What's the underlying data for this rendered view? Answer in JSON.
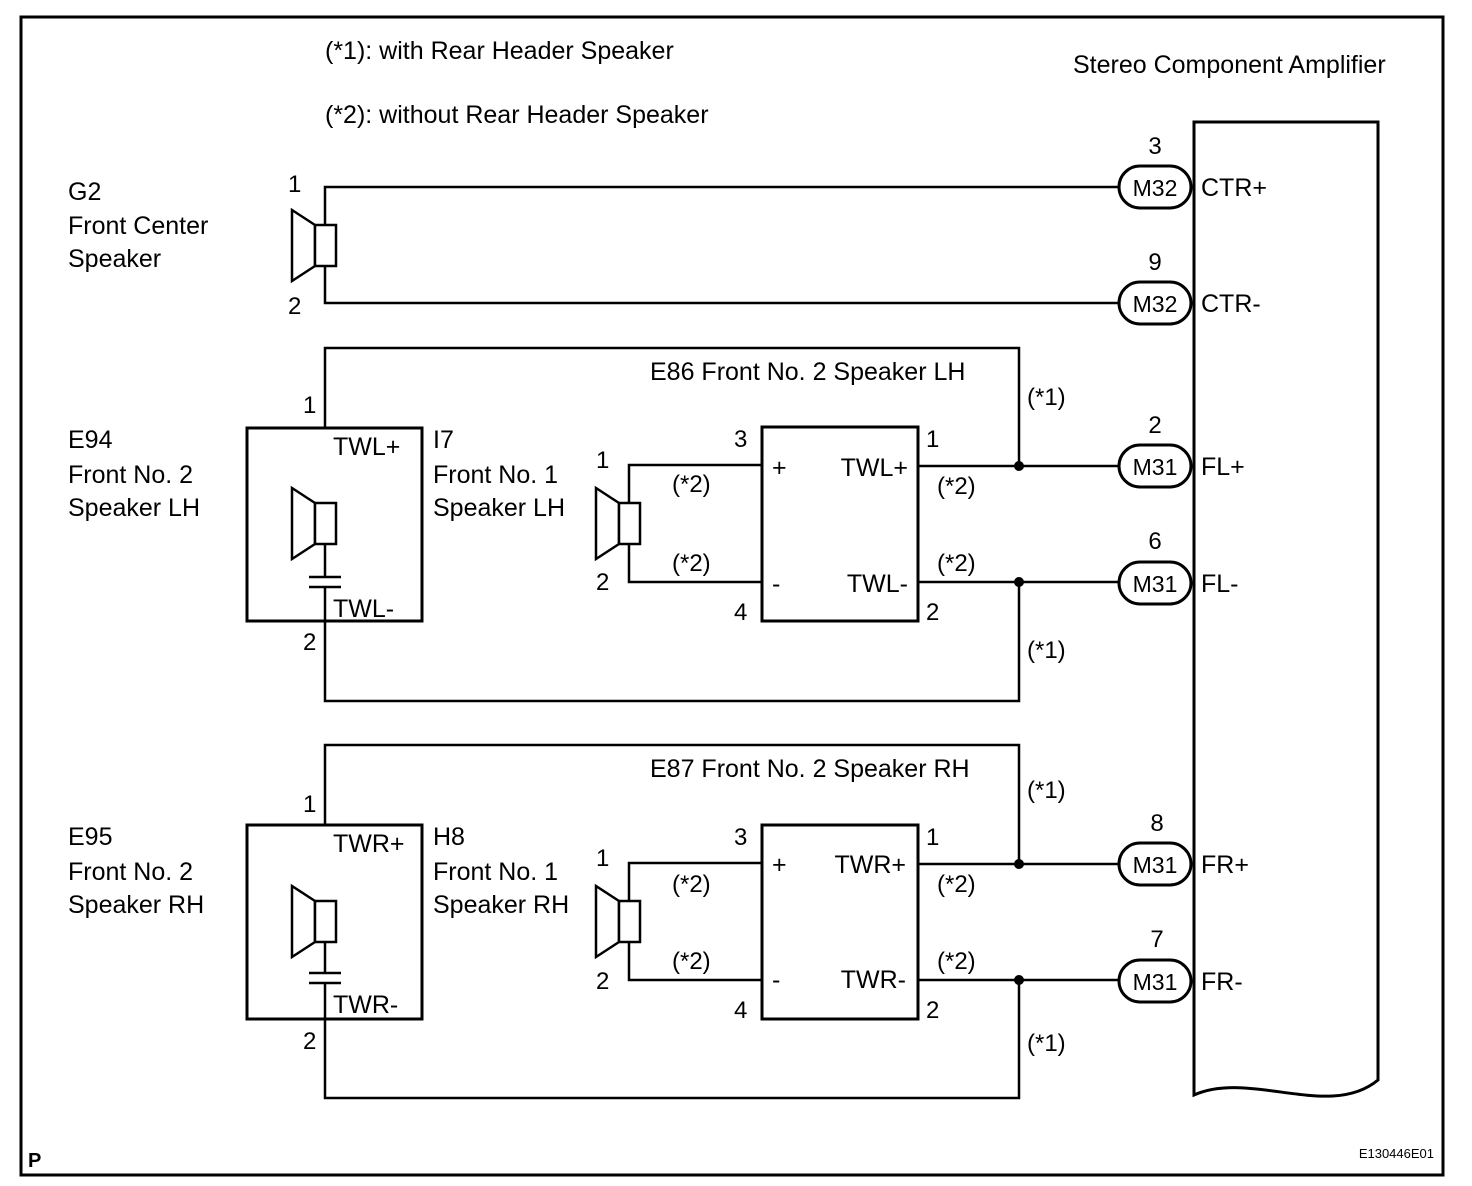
{
  "legend": {
    "note1": "(*1): with Rear Header Speaker",
    "note2": "(*2): without Rear Header Speaker"
  },
  "amplifier": {
    "title": "Stereo Component Amplifier",
    "connectors": [
      {
        "pin": "3",
        "code": "M32",
        "signal": "CTR+"
      },
      {
        "pin": "9",
        "code": "M32",
        "signal": "CTR-"
      },
      {
        "pin": "2",
        "code": "M31",
        "signal": "FL+"
      },
      {
        "pin": "6",
        "code": "M31",
        "signal": "FL-"
      },
      {
        "pin": "8",
        "code": "M31",
        "signal": "FR+"
      },
      {
        "pin": "7",
        "code": "M31",
        "signal": "FR-"
      }
    ]
  },
  "g2": {
    "code": "G2",
    "name_line1": "Front Center",
    "name_line2": "Speaker",
    "pin_pos": "1",
    "pin_neg": "2"
  },
  "lh": {
    "e94": {
      "code": "E94",
      "line1": "Front No. 2",
      "line2": "Speaker LH",
      "term_pos": "TWL+",
      "term_neg": "TWL-",
      "pin_pos": "1",
      "pin_neg": "2"
    },
    "i7": {
      "code": "I7",
      "line1": "Front No. 1",
      "line2": "Speaker LH",
      "pin_pos": "1",
      "pin_neg": "2"
    },
    "e86": {
      "label": "E86 Front No. 2 Speaker LH",
      "plus": "+",
      "minus": "-",
      "term_pos": "TWL+",
      "term_neg": "TWL-",
      "in_pos": "3",
      "in_neg": "4",
      "out_pos": "1",
      "out_neg": "2"
    },
    "variant1": "(*1)",
    "variant2": "(*2)"
  },
  "rh": {
    "e95": {
      "code": "E95",
      "line1": "Front No. 2",
      "line2": "Speaker RH",
      "term_pos": "TWR+",
      "term_neg": "TWR-",
      "pin_pos": "1",
      "pin_neg": "2"
    },
    "h8": {
      "code": "H8",
      "line1": "Front No. 1",
      "line2": "Speaker RH",
      "pin_pos": "1",
      "pin_neg": "2"
    },
    "e87": {
      "label": "E87 Front No. 2 Speaker RH",
      "plus": "+",
      "minus": "-",
      "term_pos": "TWR+",
      "term_neg": "TWR-",
      "in_pos": "3",
      "in_neg": "4",
      "out_pos": "1",
      "out_neg": "2"
    },
    "variant1": "(*1)",
    "variant2": "(*2)"
  },
  "footer": {
    "corner": "P",
    "figure_id": "E130446E01"
  }
}
